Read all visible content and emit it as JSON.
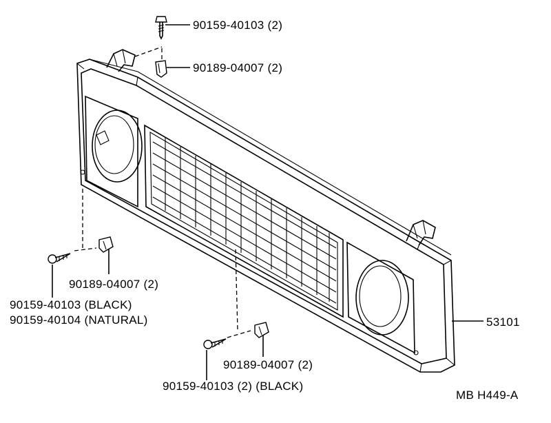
{
  "labels": {
    "top_screw": "90159-40103 (2)",
    "top_clip": "90189-04007 (2)",
    "left_clip": "90189-04007 (2)",
    "left_screw_black": "90159-40103 (BLACK)",
    "left_screw_natural": "90159-40104 (NATURAL)",
    "bottom_clip": "90189-04007 (2)",
    "bottom_screw": "90159-40103 (2) (BLACK)",
    "grille": "53101",
    "ref_code": "MB  H449-A"
  },
  "icons": {
    "screw": "screw-icon",
    "clip": "clip-icon",
    "grille": "radiator-grille"
  }
}
